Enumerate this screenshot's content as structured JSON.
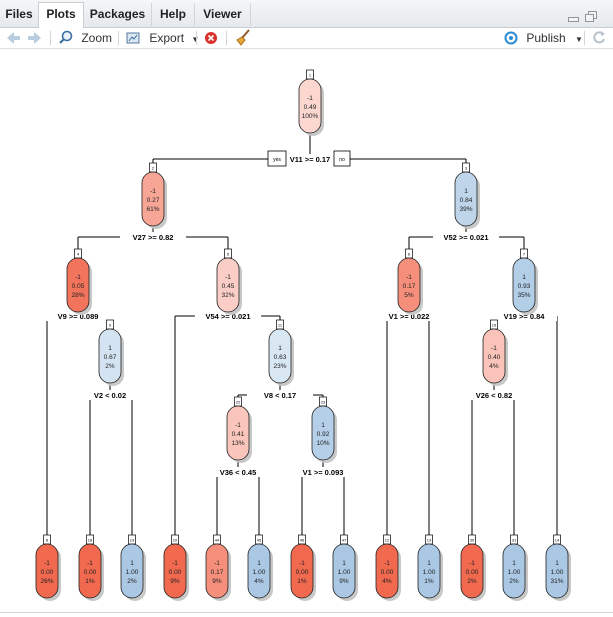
{
  "tabs": [
    {
      "label": "Files"
    },
    {
      "label": "Plots"
    },
    {
      "label": "Packages"
    },
    {
      "label": "Help"
    },
    {
      "label": "Viewer"
    }
  ],
  "toolbar": {
    "zoom_label": "Zoom",
    "export_label": "Export",
    "publish_label": "Publish"
  },
  "colors": {
    "neg": "#f1694f",
    "pos": "#aac8e4",
    "accent": "#1f78b4"
  },
  "tree": {
    "nodes": [
      {
        "id": "1",
        "label": "-1",
        "prob": "0.49",
        "pct": "100%"
      },
      {
        "id": "2",
        "label": "-1",
        "prob": "0.27",
        "pct": "61%"
      },
      {
        "id": "3",
        "label": "1",
        "prob": "0.84",
        "pct": "39%"
      },
      {
        "id": "4",
        "label": "-1",
        "prob": "0.05",
        "pct": "28%"
      },
      {
        "id": "5",
        "label": "-1",
        "prob": "0.45",
        "pct": "32%"
      },
      {
        "id": "6",
        "label": "-1",
        "prob": "0.17",
        "pct": "5%"
      },
      {
        "id": "7",
        "label": "1",
        "prob": "0.93",
        "pct": "35%"
      },
      {
        "id": "9",
        "label": "1",
        "prob": "0.67",
        "pct": "2%"
      },
      {
        "id": "11",
        "label": "1",
        "prob": "0.63",
        "pct": "23%"
      },
      {
        "id": "15",
        "label": "-1",
        "prob": "0.40",
        "pct": "4%"
      },
      {
        "id": "22",
        "label": "-1",
        "prob": "0.41",
        "pct": "13%"
      },
      {
        "id": "23",
        "label": "1",
        "prob": "0.92",
        "pct": "10%"
      },
      {
        "id": "8",
        "label": "-1",
        "prob": "0.00",
        "pct": "26%"
      },
      {
        "id": "18",
        "label": "-1",
        "prob": "0.00",
        "pct": "1%"
      },
      {
        "id": "19",
        "label": "1",
        "prob": "1.00",
        "pct": "2%"
      },
      {
        "id": "10",
        "label": "-1",
        "prob": "0.00",
        "pct": "9%"
      },
      {
        "id": "44",
        "label": "-1",
        "prob": "0.17",
        "pct": "9%"
      },
      {
        "id": "45",
        "label": "1",
        "prob": "1.00",
        "pct": "4%"
      },
      {
        "id": "46",
        "label": "-1",
        "prob": "0.00",
        "pct": "1%"
      },
      {
        "id": "47",
        "label": "1",
        "prob": "1.00",
        "pct": "9%"
      },
      {
        "id": "12",
        "label": "-1",
        "prob": "0.00",
        "pct": "4%"
      },
      {
        "id": "13",
        "label": "1",
        "prob": "1.00",
        "pct": "1%"
      },
      {
        "id": "30",
        "label": "-1",
        "prob": "0.00",
        "pct": "2%"
      },
      {
        "id": "31",
        "label": "1",
        "prob": "1.00",
        "pct": "2%"
      },
      {
        "id": "14",
        "label": "1",
        "prob": "1.00",
        "pct": "31%"
      }
    ],
    "splits": [
      {
        "text": "V11 >= 0.17",
        "yes": "yes",
        "no": "no"
      },
      {
        "text": "V27 >= 0.82"
      },
      {
        "text": "V52 >= 0.021"
      },
      {
        "text": "V9 >= 0.089"
      },
      {
        "text": "V54 >= 0.021"
      },
      {
        "text": "V1 >= 0.022"
      },
      {
        "text": "V19 >= 0.84"
      },
      {
        "text": "V2 < 0.02"
      },
      {
        "text": "V8 < 0.17"
      },
      {
        "text": "V26 < 0.82"
      },
      {
        "text": "V36 < 0.45"
      },
      {
        "text": "V1 >= 0.093"
      }
    ]
  }
}
